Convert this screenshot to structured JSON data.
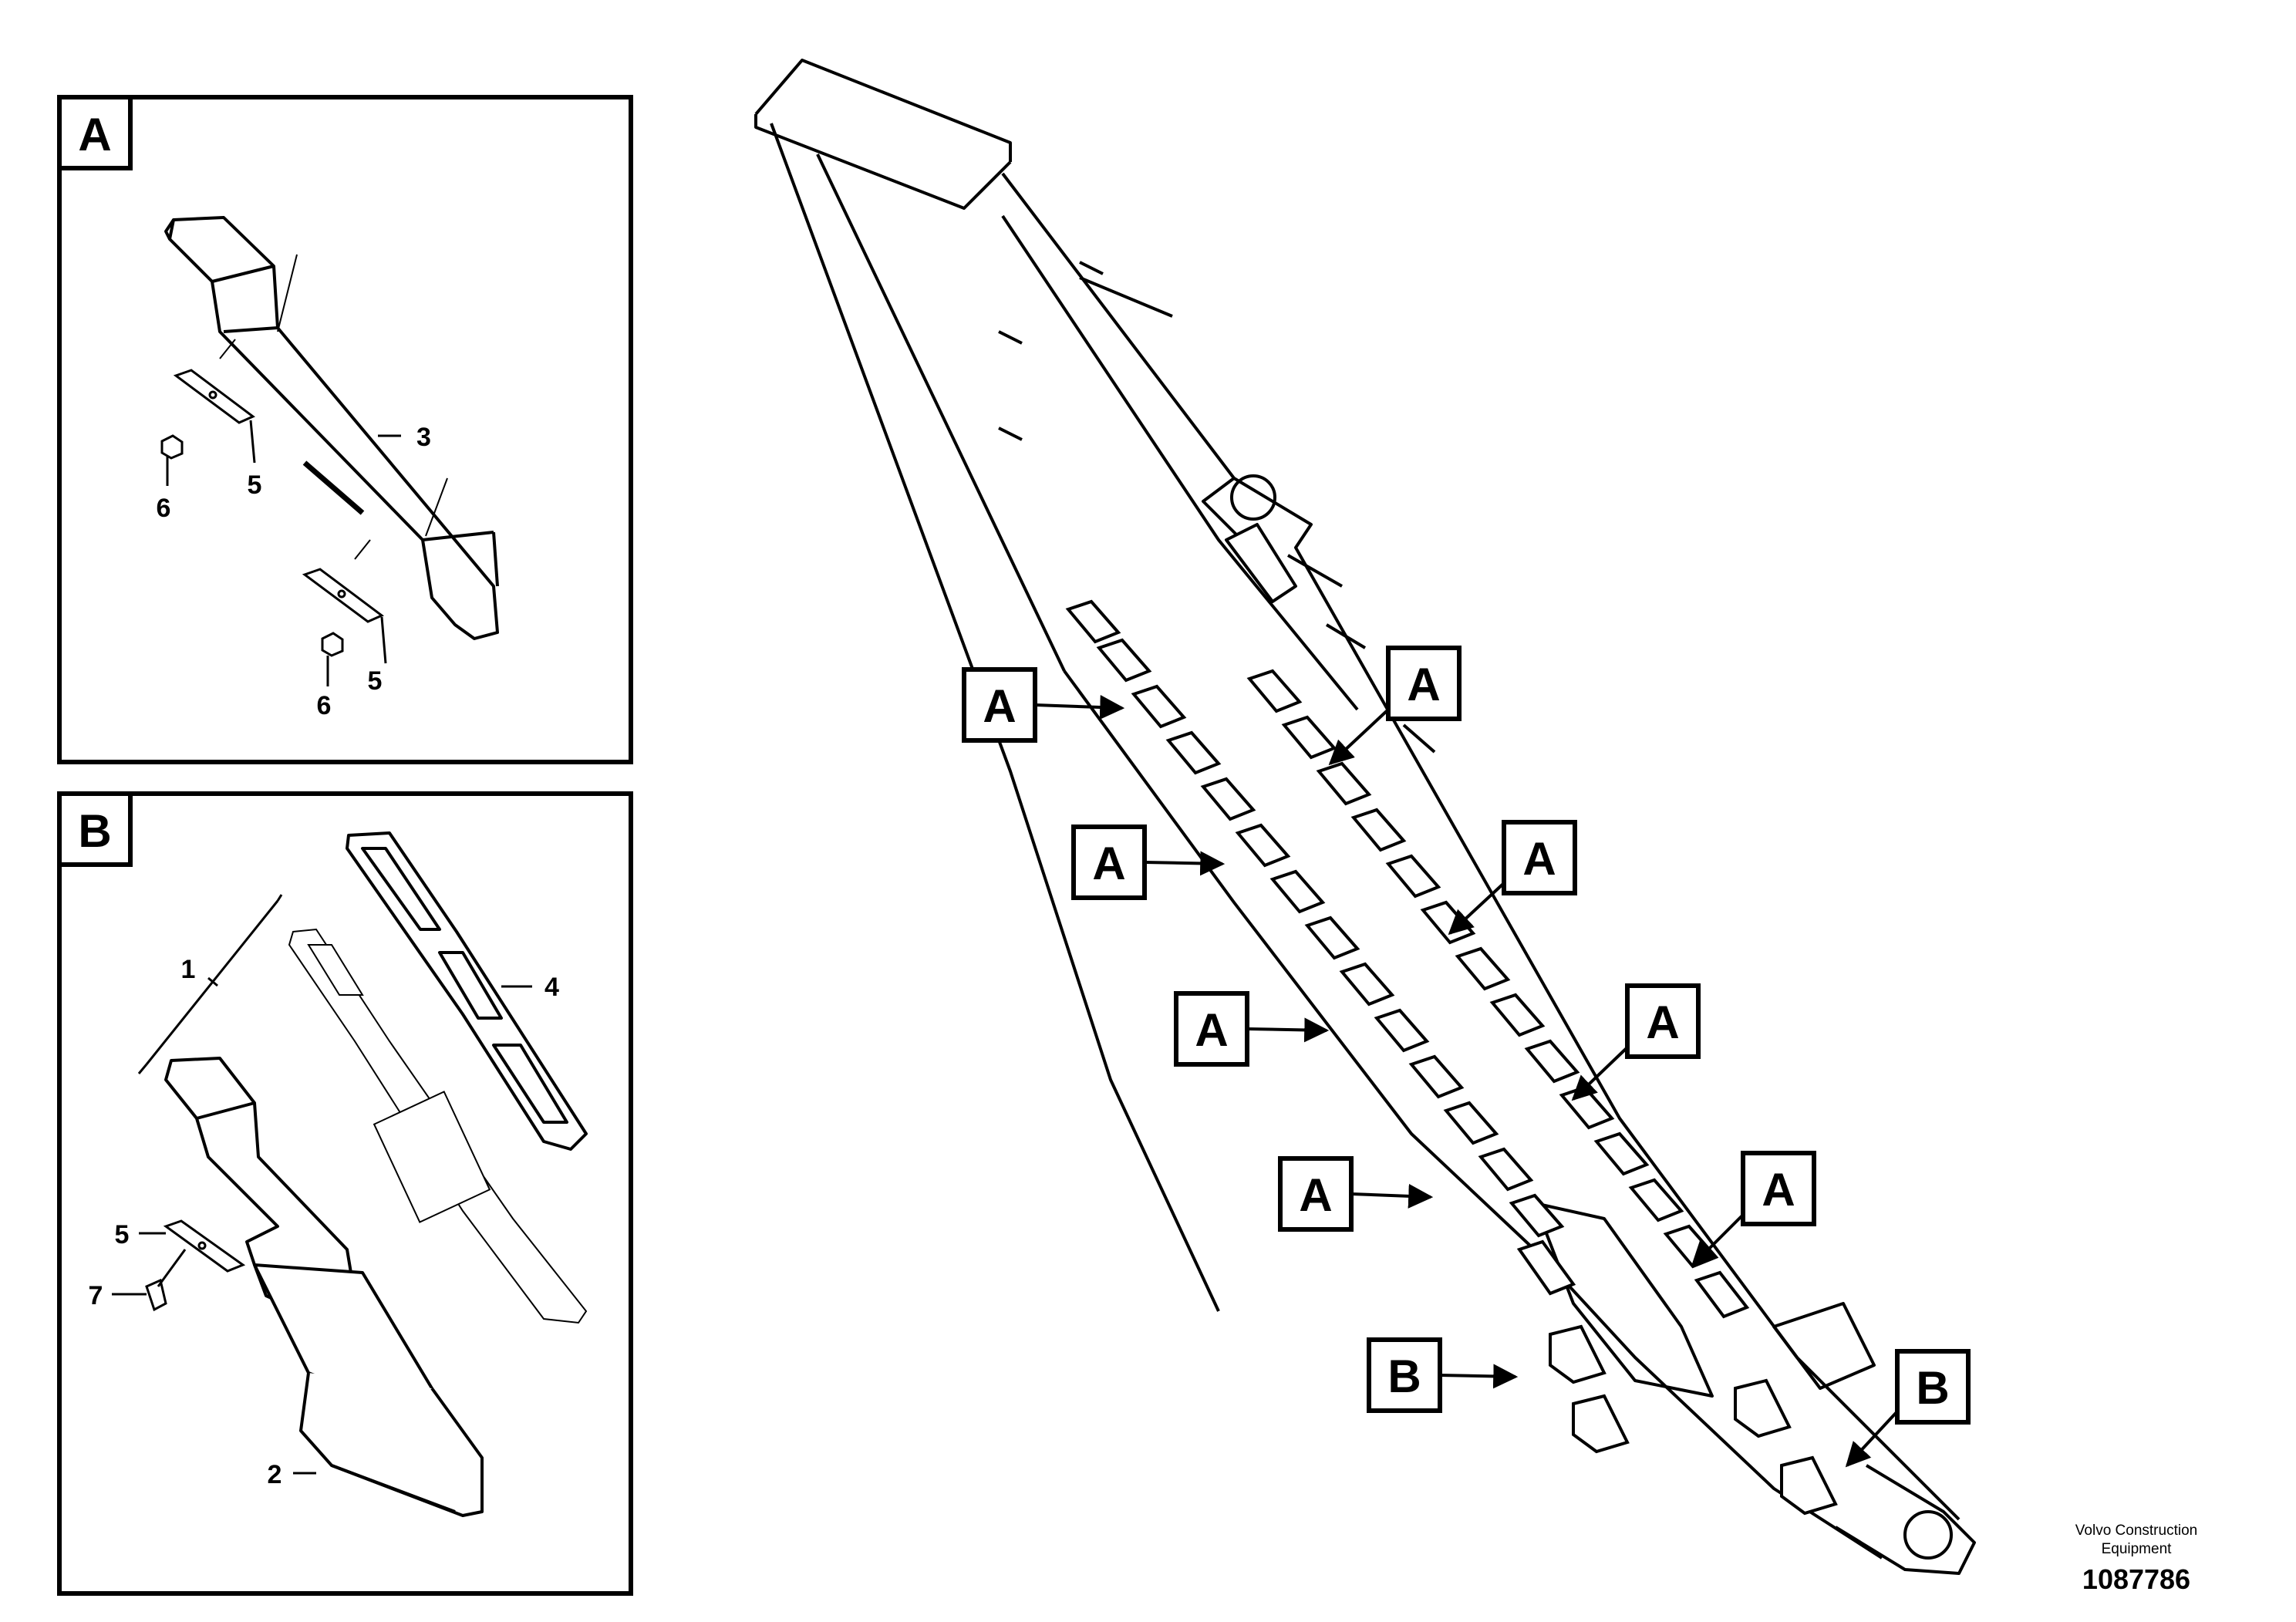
{
  "detail_a": {
    "letter": "A",
    "callouts": [
      "3",
      "5",
      "6",
      "5",
      "6"
    ]
  },
  "detail_b": {
    "letter": "B",
    "callouts": [
      "1",
      "4",
      "5",
      "7",
      "2"
    ]
  },
  "main_view": {
    "callouts_a": [
      "A",
      "A",
      "A",
      "A",
      "A",
      "A",
      "A",
      "A"
    ],
    "callouts_b": [
      "B",
      "B"
    ]
  },
  "footer": {
    "company_line1": "Volvo Construction",
    "company_line2": "Equipment",
    "drawing_number": "1087786"
  }
}
